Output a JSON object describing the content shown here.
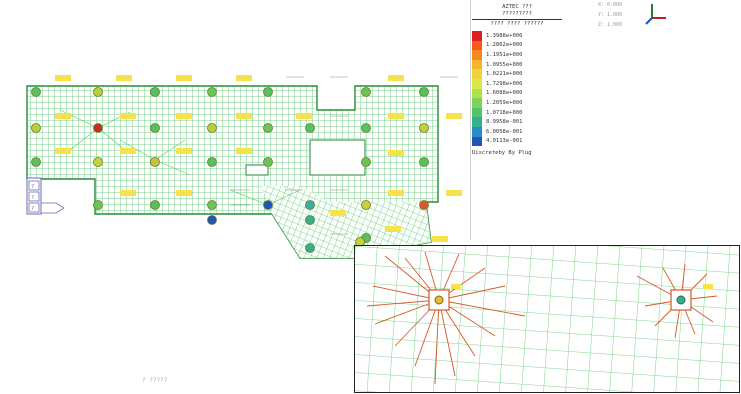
{
  "legend": {
    "header": [
      "AZTEC ???",
      "?????????",
      "???? ???? ??????"
    ],
    "values": [
      "1.3988e+000",
      "1.2862e+000",
      "1.1951e+000",
      "1.0955e+000",
      "1.0221e+000",
      "1.7298e+000",
      "1.6088e+000",
      "1.2059e+000",
      "1.0718e+000",
      "8.9958e-001",
      "6.0058e-001",
      "4.0113e-001"
    ],
    "colors": [
      "#e02020",
      "#f25a1e",
      "#f58a22",
      "#f6b62a",
      "#efd53a",
      "#d8e846",
      "#aee24c",
      "#7ed458",
      "#52c46a",
      "#34b090",
      "#2a8cc4",
      "#1f56b8"
    ],
    "footer": "Discreteby By Plug"
  },
  "triad": {
    "lines": [
      "X: 0.000",
      "Y: 1.000",
      "Z: 1.000"
    ]
  },
  "side_panel": {
    "labels": [
      "?",
      "?",
      "?"
    ]
  },
  "status_text": "?  ?????"
}
